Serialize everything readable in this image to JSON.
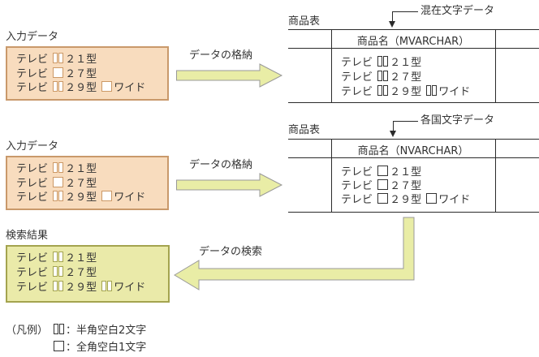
{
  "colors": {
    "text": "#333333",
    "table_line": "#2b2b2b",
    "input_box_fill": "#f8dcbe",
    "input_box_border": "#c9996b",
    "result_box_fill": "#eaeaa9",
    "result_box_border": "#a4a44f",
    "arrow_fill": "#e9eda6",
    "arrow_border": "#999999",
    "space_glyph_orange": "#cc9966",
    "space_glyph_olive": "#a4a44f",
    "space_glyph_black": "#333333"
  },
  "diagram": {
    "input_1": {
      "label": "入力データ",
      "rows": [
        [
          {
            "text": "テレビ "
          },
          {
            "space": "half2"
          },
          {
            "text": "２１型"
          }
        ],
        [
          {
            "text": "テレビ "
          },
          {
            "space": "full1"
          },
          {
            "text": "２７型"
          }
        ],
        [
          {
            "text": "テレビ "
          },
          {
            "space": "half2"
          },
          {
            "text": "２９型 "
          },
          {
            "space": "full1"
          },
          {
            "text": "ワイド"
          }
        ]
      ]
    },
    "store_arrow_1": {
      "label": "データの格納"
    },
    "product_table_1": {
      "title": "商品表",
      "callout": "混在文字データ",
      "header": "商品名（MVARCHAR）",
      "rows": [
        [
          {
            "text": "テレビ "
          },
          {
            "space": "half2"
          },
          {
            "text": "２１型"
          }
        ],
        [
          {
            "text": "テレビ "
          },
          {
            "space": "half2"
          },
          {
            "text": "２７型"
          }
        ],
        [
          {
            "text": "テレビ "
          },
          {
            "space": "half2"
          },
          {
            "text": "２９型 "
          },
          {
            "space": "half2"
          },
          {
            "text": "ワイド"
          }
        ]
      ]
    },
    "input_2": {
      "label": "入力データ",
      "rows": [
        [
          {
            "text": "テレビ "
          },
          {
            "space": "half2"
          },
          {
            "text": "２１型"
          }
        ],
        [
          {
            "text": "テレビ "
          },
          {
            "space": "full1"
          },
          {
            "text": "２７型"
          }
        ],
        [
          {
            "text": "テレビ "
          },
          {
            "space": "half2"
          },
          {
            "text": "２９型 "
          },
          {
            "space": "full1"
          },
          {
            "text": "ワイド"
          }
        ]
      ]
    },
    "store_arrow_2": {
      "label": "データの格納"
    },
    "product_table_2": {
      "title": "商品表",
      "callout": "各国文字データ",
      "header": "商品名（NVARCHAR）",
      "rows": [
        [
          {
            "text": "テレビ "
          },
          {
            "space": "full1"
          },
          {
            "text": "２１型"
          }
        ],
        [
          {
            "text": "テレビ "
          },
          {
            "space": "full1"
          },
          {
            "text": "２７型"
          }
        ],
        [
          {
            "text": "テレビ "
          },
          {
            "space": "full1"
          },
          {
            "text": "２９型 "
          },
          {
            "space": "full1"
          },
          {
            "text": "ワイド"
          }
        ]
      ]
    },
    "search_result": {
      "label": "検索結果",
      "rows": [
        [
          {
            "text": "テレビ "
          },
          {
            "space": "half2"
          },
          {
            "text": "２１型"
          }
        ],
        [
          {
            "text": "テレビ "
          },
          {
            "space": "half2"
          },
          {
            "text": "２７型"
          }
        ],
        [
          {
            "text": "テレビ "
          },
          {
            "space": "half2"
          },
          {
            "text": "２９型 "
          },
          {
            "space": "half2"
          },
          {
            "text": "ワイド"
          }
        ]
      ]
    },
    "search_arrow": {
      "label": "データの検索"
    },
    "legend": {
      "title": "（凡例）",
      "rows": [
        [
          {
            "space": "half2"
          },
          {
            "text": "：半角空白2文字"
          }
        ],
        [
          {
            "space": "full1"
          },
          {
            "text": "：全角空白1文字"
          }
        ]
      ]
    }
  }
}
